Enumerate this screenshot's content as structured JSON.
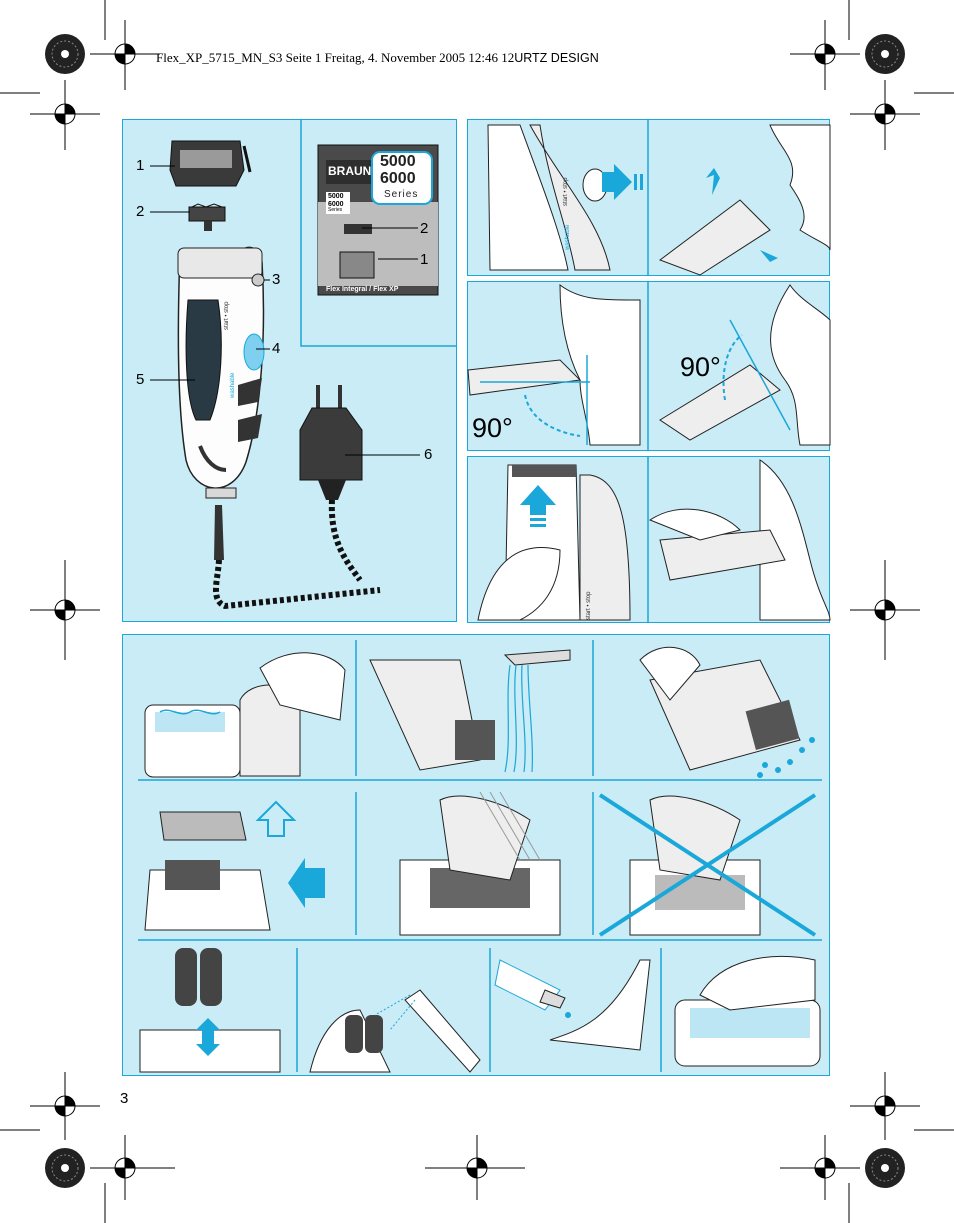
{
  "header": {
    "slug_main": "Flex_XP_5715_MN_S3  Seite 1  Freitag, 4. November 2005  12:46 12",
    "slug_tail": "URTZ DESIGN"
  },
  "overview": {
    "parts": [
      "1",
      "2",
      "3",
      "4",
      "5",
      "6"
    ],
    "package": {
      "brand": "BRAUN",
      "series_top": "5000",
      "series_bottom": "6000",
      "series_word": "Series",
      "mini_top": "5000",
      "mini_bottom": "6000",
      "mini_word": "Series",
      "model": "Flex Integral / Flex XP",
      "callout_2": "2",
      "callout_1": "1"
    },
    "shaver_text": {
      "switch": "start • stop",
      "washable": "washable"
    }
  },
  "usage": {
    "switch_text": "start • stop",
    "washable_text": "washable",
    "angle_left": "90°",
    "angle_right": "90°",
    "switch_text_2": "start • stop"
  },
  "page_number": "3",
  "colors": {
    "panel_bg": "#c9ecf6",
    "panel_border": "#1aa7d9",
    "accent_blue": "#1aa7d9"
  }
}
